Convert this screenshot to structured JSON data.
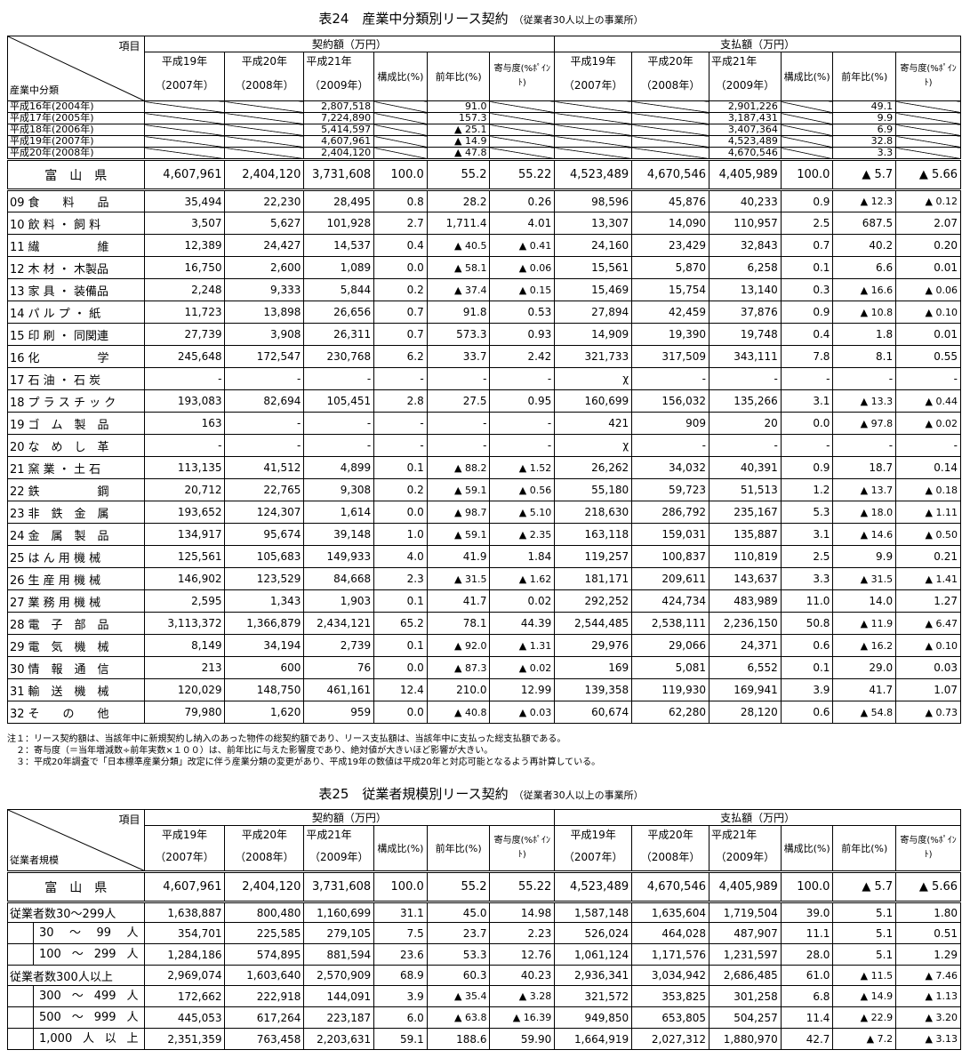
{
  "t24": {
    "title": "表24　産業中分類別リース契約",
    "subtitle": "（従業者30人以上の事業所）",
    "corner_top": "項目",
    "corner_bottom": "産業中分類",
    "group_keiyaku": "契約額（万円）",
    "group_shiharai": "支払額（万円）",
    "h_y19": "平成19年",
    "h_y19b": "（2007年）",
    "h_y20": "平成20年",
    "h_y20b": "（2008年）",
    "h_y21": "平成21年",
    "h_y21b": "（2009年）",
    "h_kosei": "構成比(%)",
    "h_zennen": "前年比(%)",
    "h_kiyo": "寄与度(%ﾎﾟｲﾝﾄ)",
    "h_kosei2": "構成比(%)",
    "h_zennen2": "前年比(%)",
    "h_kiyo2": "寄与度(%ﾎﾟｲﾝﾄ)",
    "history": [
      {
        "label": "平成16年(2004年)",
        "k21": "2,807,518",
        "kz": "91.0",
        "s21": "2,901,226",
        "sz": "49.1"
      },
      {
        "label": "平成17年(2005年)",
        "k21": "7,224,890",
        "kz": "157.3",
        "s21": "3,187,431",
        "sz": "9.9"
      },
      {
        "label": "平成18年(2006年)",
        "k21": "5,414,597",
        "kz": "▲ 25.1",
        "s21": "3,407,364",
        "sz": "6.9"
      },
      {
        "label": "平成19年(2007年)",
        "k21": "4,607,961",
        "kz": "▲ 14.9",
        "s21": "4,523,489",
        "sz": "32.8"
      },
      {
        "label": "平成20年(2008年)",
        "k21": "2,404,120",
        "kz": "▲ 47.8",
        "s21": "4,670,546",
        "sz": "3.3"
      }
    ],
    "pref": {
      "label": "富　山　県",
      "v": [
        "4,607,961",
        "2,404,120",
        "3,731,608",
        "100.0",
        "55.2",
        "55.22",
        "4,523,489",
        "4,670,546",
        "4,405,989",
        "100.0",
        "▲ 5.7",
        "▲ 5.66"
      ]
    },
    "rows": [
      {
        "code": "09",
        "name": "食　　料　　品",
        "v": [
          "35,494",
          "22,230",
          "28,495",
          "0.8",
          "28.2",
          "0.26",
          "98,596",
          "45,876",
          "40,233",
          "0.9",
          "▲ 12.3",
          "▲ 0.12"
        ]
      },
      {
        "code": "10",
        "name": "飲 料 ・ 飼 料",
        "v": [
          "3,507",
          "5,627",
          "101,928",
          "2.7",
          "1,711.4",
          "4.01",
          "13,307",
          "14,090",
          "110,957",
          "2.5",
          "687.5",
          "2.07"
        ]
      },
      {
        "code": "11",
        "name": "繊　　　　　維",
        "v": [
          "12,389",
          "24,427",
          "14,537",
          "0.4",
          "▲ 40.5",
          "▲ 0.41",
          "24,160",
          "23,429",
          "32,843",
          "0.7",
          "40.2",
          "0.20"
        ]
      },
      {
        "code": "12",
        "name": "木 材 ・ 木製品",
        "v": [
          "16,750",
          "2,600",
          "1,089",
          "0.0",
          "▲ 58.1",
          "▲ 0.06",
          "15,561",
          "5,870",
          "6,258",
          "0.1",
          "6.6",
          "0.01"
        ]
      },
      {
        "code": "13",
        "name": "家 具 ・ 装備品",
        "v": [
          "2,248",
          "9,333",
          "5,844",
          "0.2",
          "▲ 37.4",
          "▲ 0.15",
          "15,469",
          "15,754",
          "13,140",
          "0.3",
          "▲ 16.6",
          "▲ 0.06"
        ]
      },
      {
        "code": "14",
        "name": "パ ル プ ・ 紙",
        "v": [
          "11,723",
          "13,898",
          "26,656",
          "0.7",
          "91.8",
          "0.53",
          "27,894",
          "42,459",
          "37,876",
          "0.9",
          "▲ 10.8",
          "▲ 0.10"
        ]
      },
      {
        "code": "15",
        "name": "印 刷 ・ 同関連",
        "v": [
          "27,739",
          "3,908",
          "26,311",
          "0.7",
          "573.3",
          "0.93",
          "14,909",
          "19,390",
          "19,748",
          "0.4",
          "1.8",
          "0.01"
        ]
      },
      {
        "code": "16",
        "name": "化　　　　　学",
        "v": [
          "245,648",
          "172,547",
          "230,768",
          "6.2",
          "33.7",
          "2.42",
          "321,733",
          "317,509",
          "343,111",
          "7.8",
          "8.1",
          "0.55"
        ]
      },
      {
        "code": "17",
        "name": "石 油 ・ 石 炭",
        "v": [
          "-",
          "-",
          "-",
          "-",
          "-",
          "-",
          "χ",
          "-",
          "-",
          "-",
          "-",
          "-"
        ]
      },
      {
        "code": "18",
        "name": "プ ラ ス チ ッ ク",
        "v": [
          "193,083",
          "82,694",
          "105,451",
          "2.8",
          "27.5",
          "0.95",
          "160,699",
          "156,032",
          "135,266",
          "3.1",
          "▲ 13.3",
          "▲ 0.44"
        ]
      },
      {
        "code": "19",
        "name": "ゴ　ム　製　品",
        "v": [
          "163",
          "-",
          "-",
          "-",
          "-",
          "-",
          "421",
          "909",
          "20",
          "0.0",
          "▲ 97.8",
          "▲ 0.02"
        ]
      },
      {
        "code": "20",
        "name": "な　め　し　革",
        "v": [
          "-",
          "-",
          "-",
          "-",
          "-",
          "-",
          "χ",
          "-",
          "-",
          "-",
          "-",
          "-"
        ]
      },
      {
        "code": "21",
        "name": "窯 業 ・ 土 石",
        "v": [
          "113,135",
          "41,512",
          "4,899",
          "0.1",
          "▲ 88.2",
          "▲ 1.52",
          "26,262",
          "34,032",
          "40,391",
          "0.9",
          "18.7",
          "0.14"
        ]
      },
      {
        "code": "22",
        "name": "鉄　　　　　鋼",
        "v": [
          "20,712",
          "22,765",
          "9,308",
          "0.2",
          "▲ 59.1",
          "▲ 0.56",
          "55,180",
          "59,723",
          "51,513",
          "1.2",
          "▲ 13.7",
          "▲ 0.18"
        ]
      },
      {
        "code": "23",
        "name": "非　鉄　金　属",
        "v": [
          "193,652",
          "124,307",
          "1,614",
          "0.0",
          "▲ 98.7",
          "▲ 5.10",
          "218,630",
          "286,792",
          "235,167",
          "5.3",
          "▲ 18.0",
          "▲ 1.11"
        ]
      },
      {
        "code": "24",
        "name": "金　属　製　品",
        "v": [
          "134,917",
          "95,674",
          "39,148",
          "1.0",
          "▲ 59.1",
          "▲ 2.35",
          "163,118",
          "159,031",
          "135,887",
          "3.1",
          "▲ 14.6",
          "▲ 0.50"
        ]
      },
      {
        "code": "25",
        "name": "は ん 用 機 械",
        "v": [
          "125,561",
          "105,683",
          "149,933",
          "4.0",
          "41.9",
          "1.84",
          "119,257",
          "100,837",
          "110,819",
          "2.5",
          "9.9",
          "0.21"
        ]
      },
      {
        "code": "26",
        "name": "生 産 用 機 械",
        "v": [
          "146,902",
          "123,529",
          "84,668",
          "2.3",
          "▲ 31.5",
          "▲ 1.62",
          "181,171",
          "209,611",
          "143,637",
          "3.3",
          "▲ 31.5",
          "▲ 1.41"
        ]
      },
      {
        "code": "27",
        "name": "業 務 用 機 械",
        "v": [
          "2,595",
          "1,343",
          "1,903",
          "0.1",
          "41.7",
          "0.02",
          "292,252",
          "424,734",
          "483,989",
          "11.0",
          "14.0",
          "1.27"
        ]
      },
      {
        "code": "28",
        "name": "電　子　部　品",
        "v": [
          "3,113,372",
          "1,366,879",
          "2,434,121",
          "65.2",
          "78.1",
          "44.39",
          "2,544,485",
          "2,538,111",
          "2,236,150",
          "50.8",
          "▲ 11.9",
          "▲ 6.47"
        ]
      },
      {
        "code": "29",
        "name": "電　気　機　械",
        "v": [
          "8,149",
          "34,194",
          "2,739",
          "0.1",
          "▲ 92.0",
          "▲ 1.31",
          "29,976",
          "29,066",
          "24,371",
          "0.6",
          "▲ 16.2",
          "▲ 0.10"
        ]
      },
      {
        "code": "30",
        "name": "情　報　通　信",
        "v": [
          "213",
          "600",
          "76",
          "0.0",
          "▲ 87.3",
          "▲ 0.02",
          "169",
          "5,081",
          "6,552",
          "0.1",
          "29.0",
          "0.03"
        ]
      },
      {
        "code": "31",
        "name": "輸　送　機　械",
        "v": [
          "120,029",
          "148,750",
          "461,161",
          "12.4",
          "210.0",
          "12.99",
          "139,358",
          "119,930",
          "169,941",
          "3.9",
          "41.7",
          "1.07"
        ]
      },
      {
        "code": "32",
        "name": "そ　　の　　他",
        "v": [
          "79,980",
          "1,620",
          "959",
          "0.0",
          "▲ 40.8",
          "▲ 0.03",
          "60,674",
          "62,280",
          "28,120",
          "0.6",
          "▲ 54.8",
          "▲ 0.73"
        ]
      }
    ]
  },
  "notes": [
    "注１：リース契約額は、当該年中に新規契約し納入のあった物件の総契約額であり、リース支払額は、当該年中に支払った総支払額である。",
    "　２：寄与度（＝当年増減数÷前年実数×１００）は、前年比に与えた影響度であり、絶対値が大きいほど影響が大きい。",
    "　３：平成20年調査で「日本標準産業分類」改定に伴う産業分類の変更があり、平成19年の数値は平成20年と対応可能となるよう再計算している。"
  ],
  "t25": {
    "title": "表25　従業者規模別リース契約",
    "subtitle": "（従業者30人以上の事業所）",
    "corner_top": "項目",
    "corner_bottom": "従業者規模",
    "pref": {
      "label": "富　山　県",
      "v": [
        "4,607,961",
        "2,404,120",
        "3,731,608",
        "100.0",
        "55.2",
        "55.22",
        "4,523,489",
        "4,670,546",
        "4,405,989",
        "100.0",
        "▲ 5.7",
        "▲ 5.66"
      ]
    },
    "rows": [
      {
        "label": "従業者数30～299人",
        "sub": false,
        "v": [
          "1,638,887",
          "800,480",
          "1,160,699",
          "31.1",
          "45.0",
          "14.98",
          "1,587,148",
          "1,635,604",
          "1,719,504",
          "39.0",
          "5.1",
          "1.80"
        ]
      },
      {
        "label_a": "30",
        "label_b": "～",
        "label_c": "99",
        "label_d": "人",
        "sub": true,
        "v": [
          "354,701",
          "225,585",
          "279,105",
          "7.5",
          "23.7",
          "2.23",
          "526,024",
          "464,028",
          "487,907",
          "11.1",
          "5.1",
          "0.51"
        ]
      },
      {
        "label_a": "100",
        "label_b": "～",
        "label_c": "299",
        "label_d": "人",
        "sub": true,
        "v": [
          "1,284,186",
          "574,895",
          "881,594",
          "23.6",
          "53.3",
          "12.76",
          "1,061,124",
          "1,171,576",
          "1,231,597",
          "28.0",
          "5.1",
          "1.29"
        ]
      },
      {
        "label": "従業者数300人以上",
        "sub": false,
        "v": [
          "2,969,074",
          "1,603,640",
          "2,570,909",
          "68.9",
          "60.3",
          "40.23",
          "2,936,341",
          "3,034,942",
          "2,686,485",
          "61.0",
          "▲ 11.5",
          "▲ 7.46"
        ]
      },
      {
        "label_a": "300",
        "label_b": "～",
        "label_c": "499",
        "label_d": "人",
        "sub": true,
        "v": [
          "172,662",
          "222,918",
          "144,091",
          "3.9",
          "▲ 35.4",
          "▲ 3.28",
          "321,572",
          "353,825",
          "301,258",
          "6.8",
          "▲ 14.9",
          "▲ 1.13"
        ]
      },
      {
        "label_a": "500",
        "label_b": "～",
        "label_c": "999",
        "label_d": "人",
        "sub": true,
        "v": [
          "445,053",
          "617,264",
          "223,187",
          "6.0",
          "▲ 63.8",
          "▲ 16.39",
          "949,850",
          "653,805",
          "504,257",
          "11.4",
          "▲ 22.9",
          "▲ 3.20"
        ]
      },
      {
        "label_a": "1,000",
        "label_b": "人",
        "label_c": "以",
        "label_d": "上",
        "sub": true,
        "v": [
          "2,351,359",
          "763,458",
          "2,203,631",
          "59.1",
          "188.6",
          "59.90",
          "1,664,919",
          "2,027,312",
          "1,880,970",
          "42.7",
          "▲ 7.2",
          "▲ 3.13"
        ]
      }
    ]
  }
}
